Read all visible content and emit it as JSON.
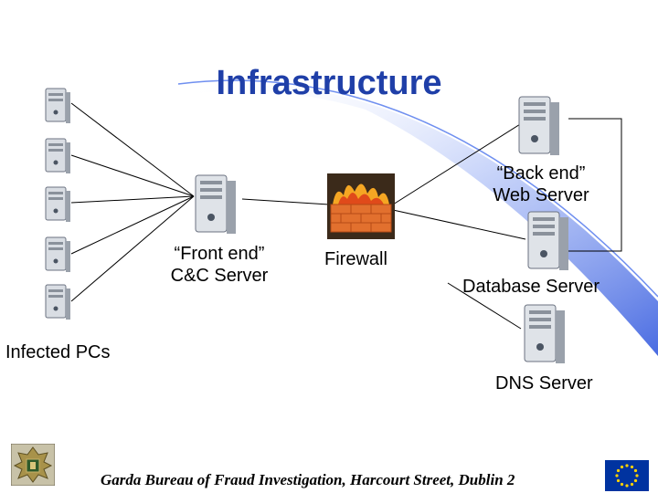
{
  "slide": {
    "title": "Infrastructure",
    "footer": "Garda Bureau of Fraud Investigation, Harcourt Street, Dublin 2"
  },
  "nodes": {
    "infected_pcs": {
      "label": "Infected PCs",
      "count": 5,
      "icon": "desktop-tower-icon"
    },
    "front_end": {
      "label_line1": "“Front end”",
      "label_line2": "C&C Server",
      "icon": "server-tower-icon"
    },
    "firewall": {
      "label": "Firewall",
      "icon": "firewall-icon"
    },
    "back_end": {
      "label_line1": "“Back end”",
      "label_line2": "Web Server",
      "icon": "server-tower-icon"
    },
    "database": {
      "label": "Database Server",
      "icon": "server-tower-icon"
    },
    "dns": {
      "label": "DNS Server",
      "icon": "server-tower-icon"
    }
  },
  "logos": {
    "garda": "garda-crest-logo",
    "eu": "eu-flag-logo"
  },
  "colors": {
    "title": "#1f3fa8",
    "swoosh": "#6f8ff0",
    "connector": "#000000",
    "firewall_brick": "#e2702e",
    "flame": "#f5a623",
    "eu_blue": "#0033a0",
    "eu_star": "#ffd200"
  }
}
